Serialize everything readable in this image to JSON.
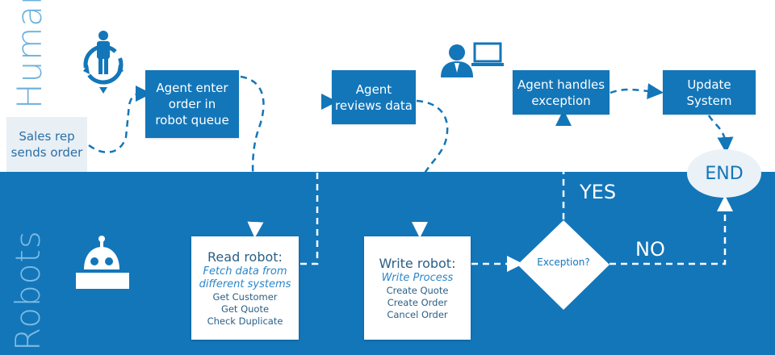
{
  "lanes": {
    "humans": "Humans",
    "robots": "Robots"
  },
  "nodes": {
    "sales_rep": "Sales rep\nsends order",
    "agent_enter": "Agent enter\norder in\nrobot queue",
    "agent_reviews": "Agent\nreviews data",
    "agent_handles": "Agent handles\nexception",
    "update_system": "Update\nSystem",
    "end": "END",
    "exception": "Exception?"
  },
  "read_robot": {
    "title": "Read robot:",
    "subtitle_1": "Fetch data from",
    "subtitle_2": "different systems",
    "items": [
      "Get Customer",
      "Get Quote",
      "Check Duplicate"
    ]
  },
  "write_robot": {
    "title": "Write robot:",
    "subtitle": "Write Process",
    "items": [
      "Create Quote",
      "Create Order",
      "Cancel Order"
    ]
  },
  "branches": {
    "yes": "YES",
    "no": "NO"
  },
  "colors": {
    "primary": "#1376b9",
    "light": "#e8eff5",
    "white": "#ffffff"
  },
  "icons": [
    "human-cycle-icon",
    "agent-laptop-icon",
    "robot-icon"
  ]
}
